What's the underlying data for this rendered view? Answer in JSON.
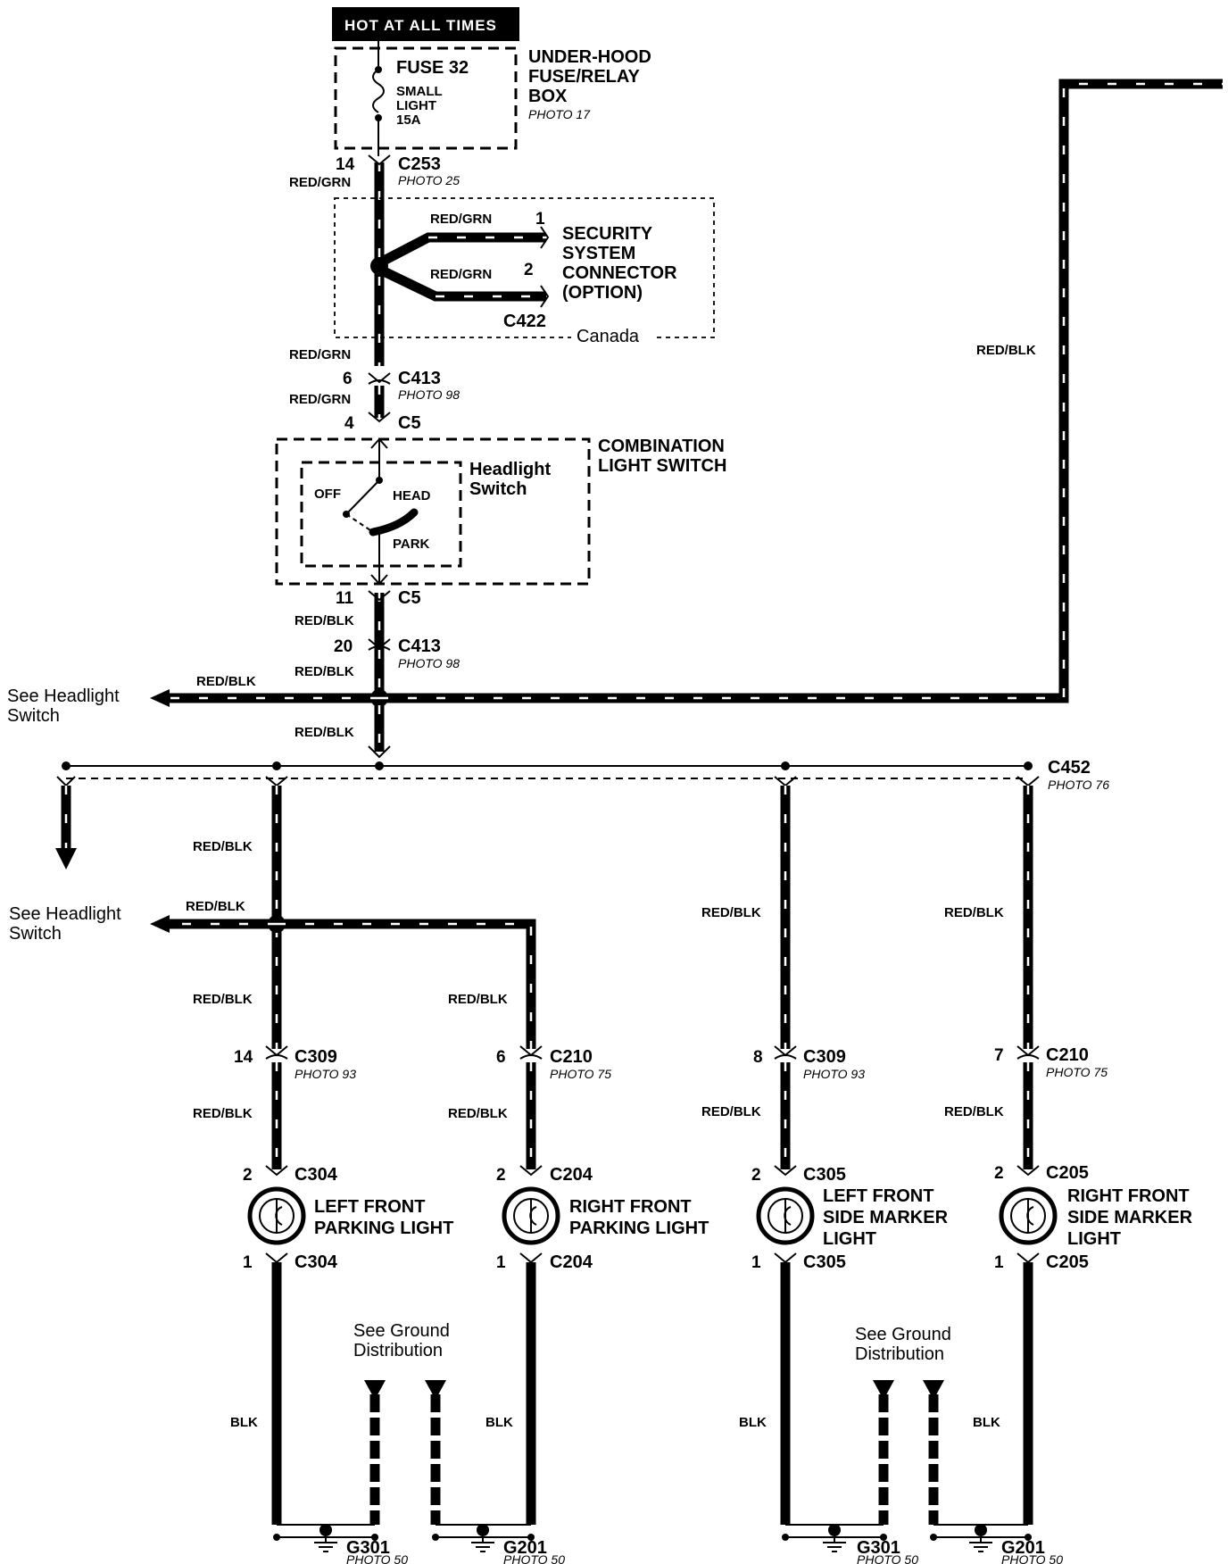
{
  "power": {
    "label": "HOT AT ALL TIMES"
  },
  "fuse": {
    "name": "FUSE 32",
    "line1": "SMALL",
    "line2": "LIGHT",
    "rating": "15A"
  },
  "fusebox": {
    "line1": "UNDER-HOOD",
    "line2": "FUSE/RELAY",
    "line3": "BOX",
    "photo": "PHOTO 17"
  },
  "c253": {
    "pin": "14",
    "name": "C253",
    "photo": "PHOTO 25",
    "wire": "RED/GRN"
  },
  "security": {
    "wire1": "RED/GRN",
    "pin1": "1",
    "wire2": "RED/GRN",
    "pin2": "2",
    "line1": "SECURITY",
    "line2": "SYSTEM",
    "line3": "CONNECTOR",
    "line4": "(OPTION)",
    "connector": "C422",
    "region": "Canada"
  },
  "c413_top": {
    "wire_above": "RED/GRN",
    "pin": "6",
    "name": "C413",
    "photo": "PHOTO 98",
    "wire_below": "RED/GRN"
  },
  "c5_top": {
    "pin": "4",
    "name": "C5"
  },
  "combo": {
    "line1": "COMBINATION",
    "line2": "LIGHT SWITCH"
  },
  "headlight_switch": {
    "line1": "Headlight",
    "line2": "Switch",
    "off": "OFF",
    "head": "HEAD",
    "park": "PARK"
  },
  "c5_bottom": {
    "pin": "11",
    "name": "C5",
    "wire": "RED/BLK"
  },
  "c413_bottom": {
    "pin": "20",
    "name": "C413",
    "photo": "PHOTO 98",
    "wire": "RED/BLK"
  },
  "splice_top": {
    "left_wire": "RED/BLK",
    "see_line1": "See Headlight",
    "see_line2": "Switch",
    "down_wire": "RED/BLK",
    "right_wire": "RED/BLK"
  },
  "c452": {
    "name": "C452",
    "photo": "PHOTO 76"
  },
  "splice_mid": {
    "left_wire": "RED/BLK",
    "see_line1": "See Headlight",
    "see_line2": "Switch"
  },
  "branches": [
    {
      "wire_upper": "RED/BLK",
      "wire_mid": "RED/BLK",
      "pin_mid": "14",
      "conn_mid": "C309",
      "photo_mid": "PHOTO 93",
      "wire_low": "RED/BLK",
      "pin_in": "2",
      "conn_in": "C304",
      "name1": "LEFT FRONT",
      "name2": "PARKING LIGHT",
      "name3": "",
      "pin_out": "1",
      "conn_out": "C304",
      "wire_ground": "BLK"
    },
    {
      "wire_upper": "",
      "wire_mid": "RED/BLK",
      "pin_mid": "6",
      "conn_mid": "C210",
      "photo_mid": "PHOTO 75",
      "wire_low": "RED/BLK",
      "pin_in": "2",
      "conn_in": "C204",
      "name1": "RIGHT FRONT",
      "name2": "PARKING LIGHT",
      "name3": "",
      "pin_out": "1",
      "conn_out": "C204",
      "wire_ground": "BLK"
    },
    {
      "wire_upper": "RED/BLK",
      "wire_mid": "",
      "pin_mid": "8",
      "conn_mid": "C309",
      "photo_mid": "PHOTO 93",
      "wire_low": "RED/BLK",
      "pin_in": "2",
      "conn_in": "C305",
      "name1": "LEFT FRONT",
      "name2": "SIDE MARKER",
      "name3": "LIGHT",
      "pin_out": "1",
      "conn_out": "C305",
      "wire_ground": "BLK"
    },
    {
      "wire_upper": "RED/BLK",
      "wire_mid": "",
      "pin_mid": "7",
      "conn_mid": "C210",
      "photo_mid": "PHOTO 75",
      "wire_low": "RED/BLK",
      "pin_in": "2",
      "conn_in": "C205",
      "name1": "RIGHT FRONT",
      "name2": "SIDE MARKER",
      "name3": "LIGHT",
      "pin_out": "1",
      "conn_out": "C205",
      "wire_ground": "BLK"
    }
  ],
  "ground_notes": [
    {
      "line1": "See Ground",
      "line2": "Distribution"
    },
    {
      "line1": "See Ground",
      "line2": "Distribution"
    }
  ],
  "grounds": [
    {
      "name": "G301",
      "photo": "PHOTO 50"
    },
    {
      "name": "G201",
      "photo": "PHOTO 50"
    },
    {
      "name": "G301",
      "photo": "PHOTO 50"
    },
    {
      "name": "G201",
      "photo": "PHOTO 50"
    }
  ]
}
